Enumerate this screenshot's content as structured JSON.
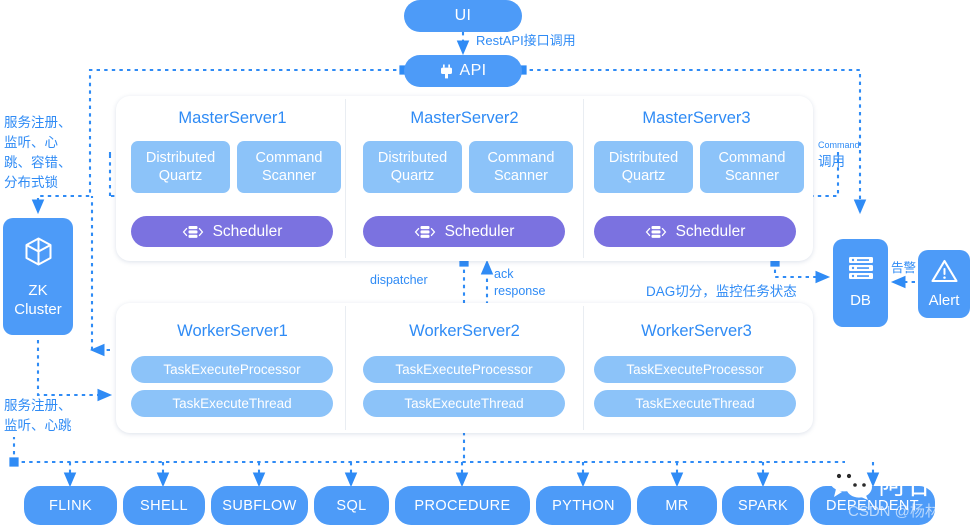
{
  "colors": {
    "primary_blue": "#4D9BF8",
    "light_blue": "#8CC3F9",
    "purple": "#7B72E0",
    "label_blue": "#2f8bf5",
    "panel_white": "#ffffff"
  },
  "top": {
    "ui_label": "UI",
    "api_label": "API",
    "api_icon": "plug-icon",
    "rest_label": "RestAPI接口调用"
  },
  "master_servers": [
    {
      "title": "MasterServer1",
      "quartz": "Distributed Quartz",
      "scanner": "Command Scanner",
      "scheduler": "Scheduler",
      "scheduler_icon": "server-stack-icon"
    },
    {
      "title": "MasterServer2",
      "quartz": "Distributed Quartz",
      "scanner": "Command Scanner",
      "scheduler": "Scheduler",
      "scheduler_icon": "server-stack-icon"
    },
    {
      "title": "MasterServer3",
      "quartz": "Distributed Quartz",
      "scanner": "Command Scanner",
      "scheduler": "Scheduler",
      "scheduler_icon": "server-stack-icon"
    }
  ],
  "worker_servers": [
    {
      "title": "WorkerServer1",
      "processor": "TaskExecuteProcessor",
      "thread": "TaskExecuteThread"
    },
    {
      "title": "WorkerServer2",
      "processor": "TaskExecuteProcessor",
      "thread": "TaskExecuteThread"
    },
    {
      "title": "WorkerServer3",
      "processor": "TaskExecuteProcessor",
      "thread": "TaskExecuteThread"
    }
  ],
  "zk": {
    "line1": "ZK",
    "line2": "Cluster",
    "icon": "cube-icon"
  },
  "db": {
    "label": "DB",
    "icon": "database-icon"
  },
  "alert": {
    "label": "Alert",
    "icon": "warning-triangle-icon"
  },
  "edge_labels": {
    "zk_top": "服务注册、监听、心跳、容错、分布式锁",
    "zk_bottom": "服务注册、监听、心跳",
    "command_en": "Command",
    "command_cn": "调用",
    "dispatcher": "dispatcher",
    "ack": "ack",
    "response": "response",
    "dag": "DAG切分，监控任务状态",
    "alarm": "告警"
  },
  "task_types": [
    "FLINK",
    "SHELL",
    "SUBFLOW",
    "SQL",
    "PROCEDURE",
    "PYTHON",
    "MR",
    "SPARK",
    "DEPENDENT"
  ],
  "watermark": {
    "name": "阿甘兄",
    "csdn": "CSDN @杨林伟",
    "icon": "wechat-icon"
  }
}
